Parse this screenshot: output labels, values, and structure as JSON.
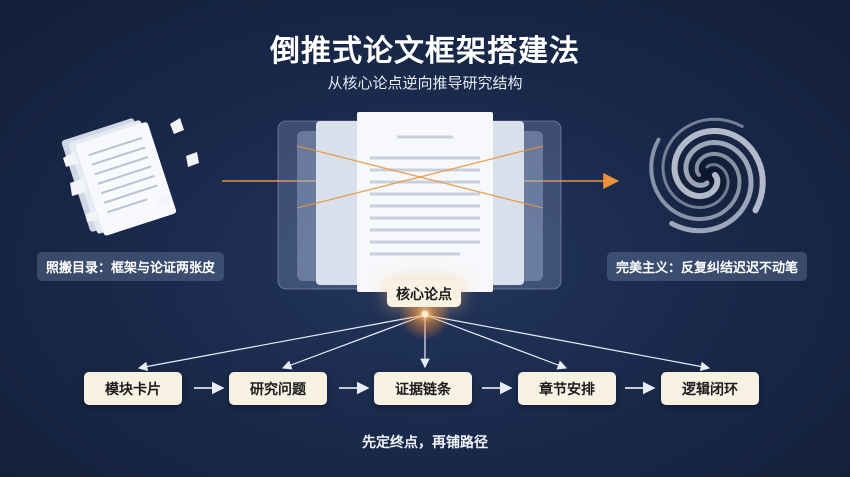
{
  "header": {
    "title": "倒推式论文框架搭建法",
    "subtitle": "从核心论点逆向推导研究结构"
  },
  "left_panel": {
    "icon": "scattered-papers-icon",
    "caption": "照搬目录：框架与论证两张皮"
  },
  "right_panel": {
    "icon": "spiral-icon",
    "caption": "完美主义：反复纠结迟迟不动笔"
  },
  "center": {
    "core_label": "核心论点"
  },
  "steps": [
    {
      "label": "模块卡片"
    },
    {
      "label": "研究问题"
    },
    {
      "label": "证据链条"
    },
    {
      "label": "章节安排"
    },
    {
      "label": "逻辑闭环"
    }
  ],
  "footer": {
    "text": "先定终点，再铺路径"
  },
  "colors": {
    "background": "#1a2a4c",
    "accent_arrow": "#e8923a",
    "box_fill": "#f7f1e3"
  }
}
